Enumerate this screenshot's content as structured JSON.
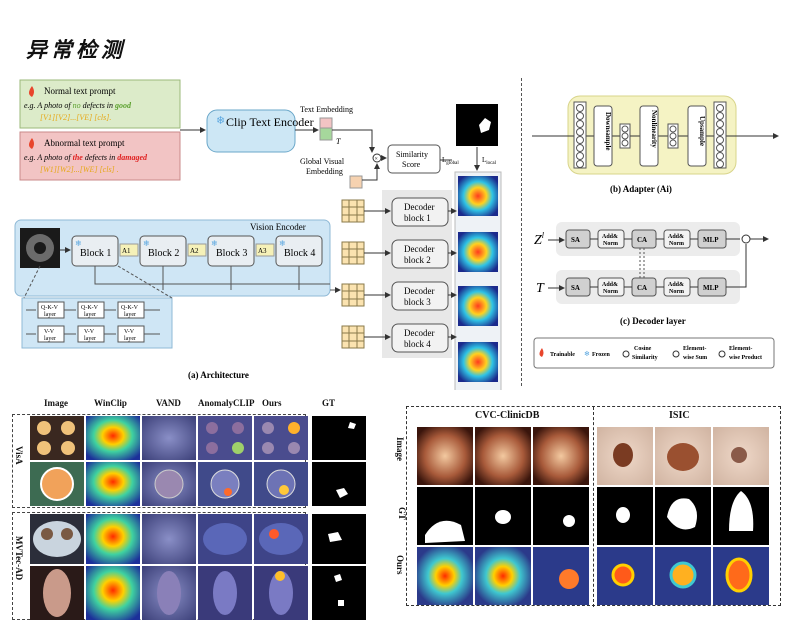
{
  "page": {
    "title": "异常检测"
  },
  "prompts": {
    "normal_title": "Normal text prompt",
    "normal_example_prefix": "e.g. A photo of ",
    "normal_no": "no",
    "normal_mid": " defects in ",
    "normal_state": "good",
    "normal_tokens": "[V1][V2]...[VE] [cls].",
    "abnormal_title": "Abnormal text prompt",
    "abnormal_example_prefix": "e.g. A photo of ",
    "abnormal_the": "the",
    "abnormal_mid": " defects in ",
    "abnormal_state": "damaged",
    "abnormal_tokens": "[W1][W2]...[WE] [cls] .",
    "colors": {
      "normal_bg": "#dcebc9",
      "abnormal_bg": "#f2c4c4",
      "green": "#5aa02c",
      "red": "#e02020",
      "yellow": "#e6a817",
      "blue": "#3a7bd5"
    }
  },
  "architecture": {
    "clip_text_encoder": "Clip Text Encoder",
    "text_embedding": "Text Embedding",
    "t_label": "T",
    "global_visual_embedding": [
      "Global Visual",
      "Embedding"
    ],
    "similarity_score": [
      "Similarity",
      "Score"
    ],
    "l_global": "L",
    "l_global_sub": "global",
    "l_local": "L",
    "l_local_sub": "local",
    "vision_encoder": "Vision Encoder",
    "blocks": [
      "Block 1",
      "Block 2",
      "Block 3",
      "Block 4"
    ],
    "adapters": [
      "A1",
      "A2",
      "A3"
    ],
    "decoders": [
      [
        "Decoder",
        "block 1"
      ],
      [
        "Decoder",
        "block 2"
      ],
      [
        "Decoder",
        "block 3"
      ],
      [
        "Decoder",
        "block 4"
      ]
    ],
    "qkv_layers": [
      [
        "Q-K-V",
        "layer"
      ],
      [
        "Q-K-V",
        "layer"
      ],
      [
        "Q-K-V",
        "layer"
      ]
    ],
    "vv_layers": [
      [
        "V-V",
        "layer"
      ],
      [
        "V-V",
        "layer"
      ],
      [
        "V-V",
        "layer"
      ]
    ],
    "caption": "(a) Architecture"
  },
  "adapter": {
    "labels": [
      "Downsample",
      "Nonlinearity",
      "Upsample"
    ],
    "caption": "(b) Adapter  (Ai)"
  },
  "decoder_layer": {
    "z_label": "Z",
    "z_sup": "l",
    "t_label": "T",
    "row_boxes": [
      "SA",
      "Add&",
      "Norm",
      "CA",
      "Add&",
      "Norm",
      "MLP"
    ],
    "caption": "(c) Decoder layer"
  },
  "legend": {
    "trainable": "Trainable",
    "frozen": "Frozen",
    "cosine": [
      "Cosine",
      "Similarity"
    ],
    "element_sum": [
      "Element-",
      "wise Sum"
    ],
    "element_product": [
      "Element-",
      "wise Product"
    ]
  },
  "results_left": {
    "columns": [
      "Image",
      "WinClip",
      "VAND",
      "AnomalyCLIP",
      "Ours",
      "GT"
    ],
    "row_groups": [
      "VisA",
      "MVTec-AD"
    ]
  },
  "results_right": {
    "datasets": [
      "CVC-ClinicDB",
      "ISIC"
    ],
    "rows": [
      "Image",
      "GT",
      "Ours"
    ]
  }
}
